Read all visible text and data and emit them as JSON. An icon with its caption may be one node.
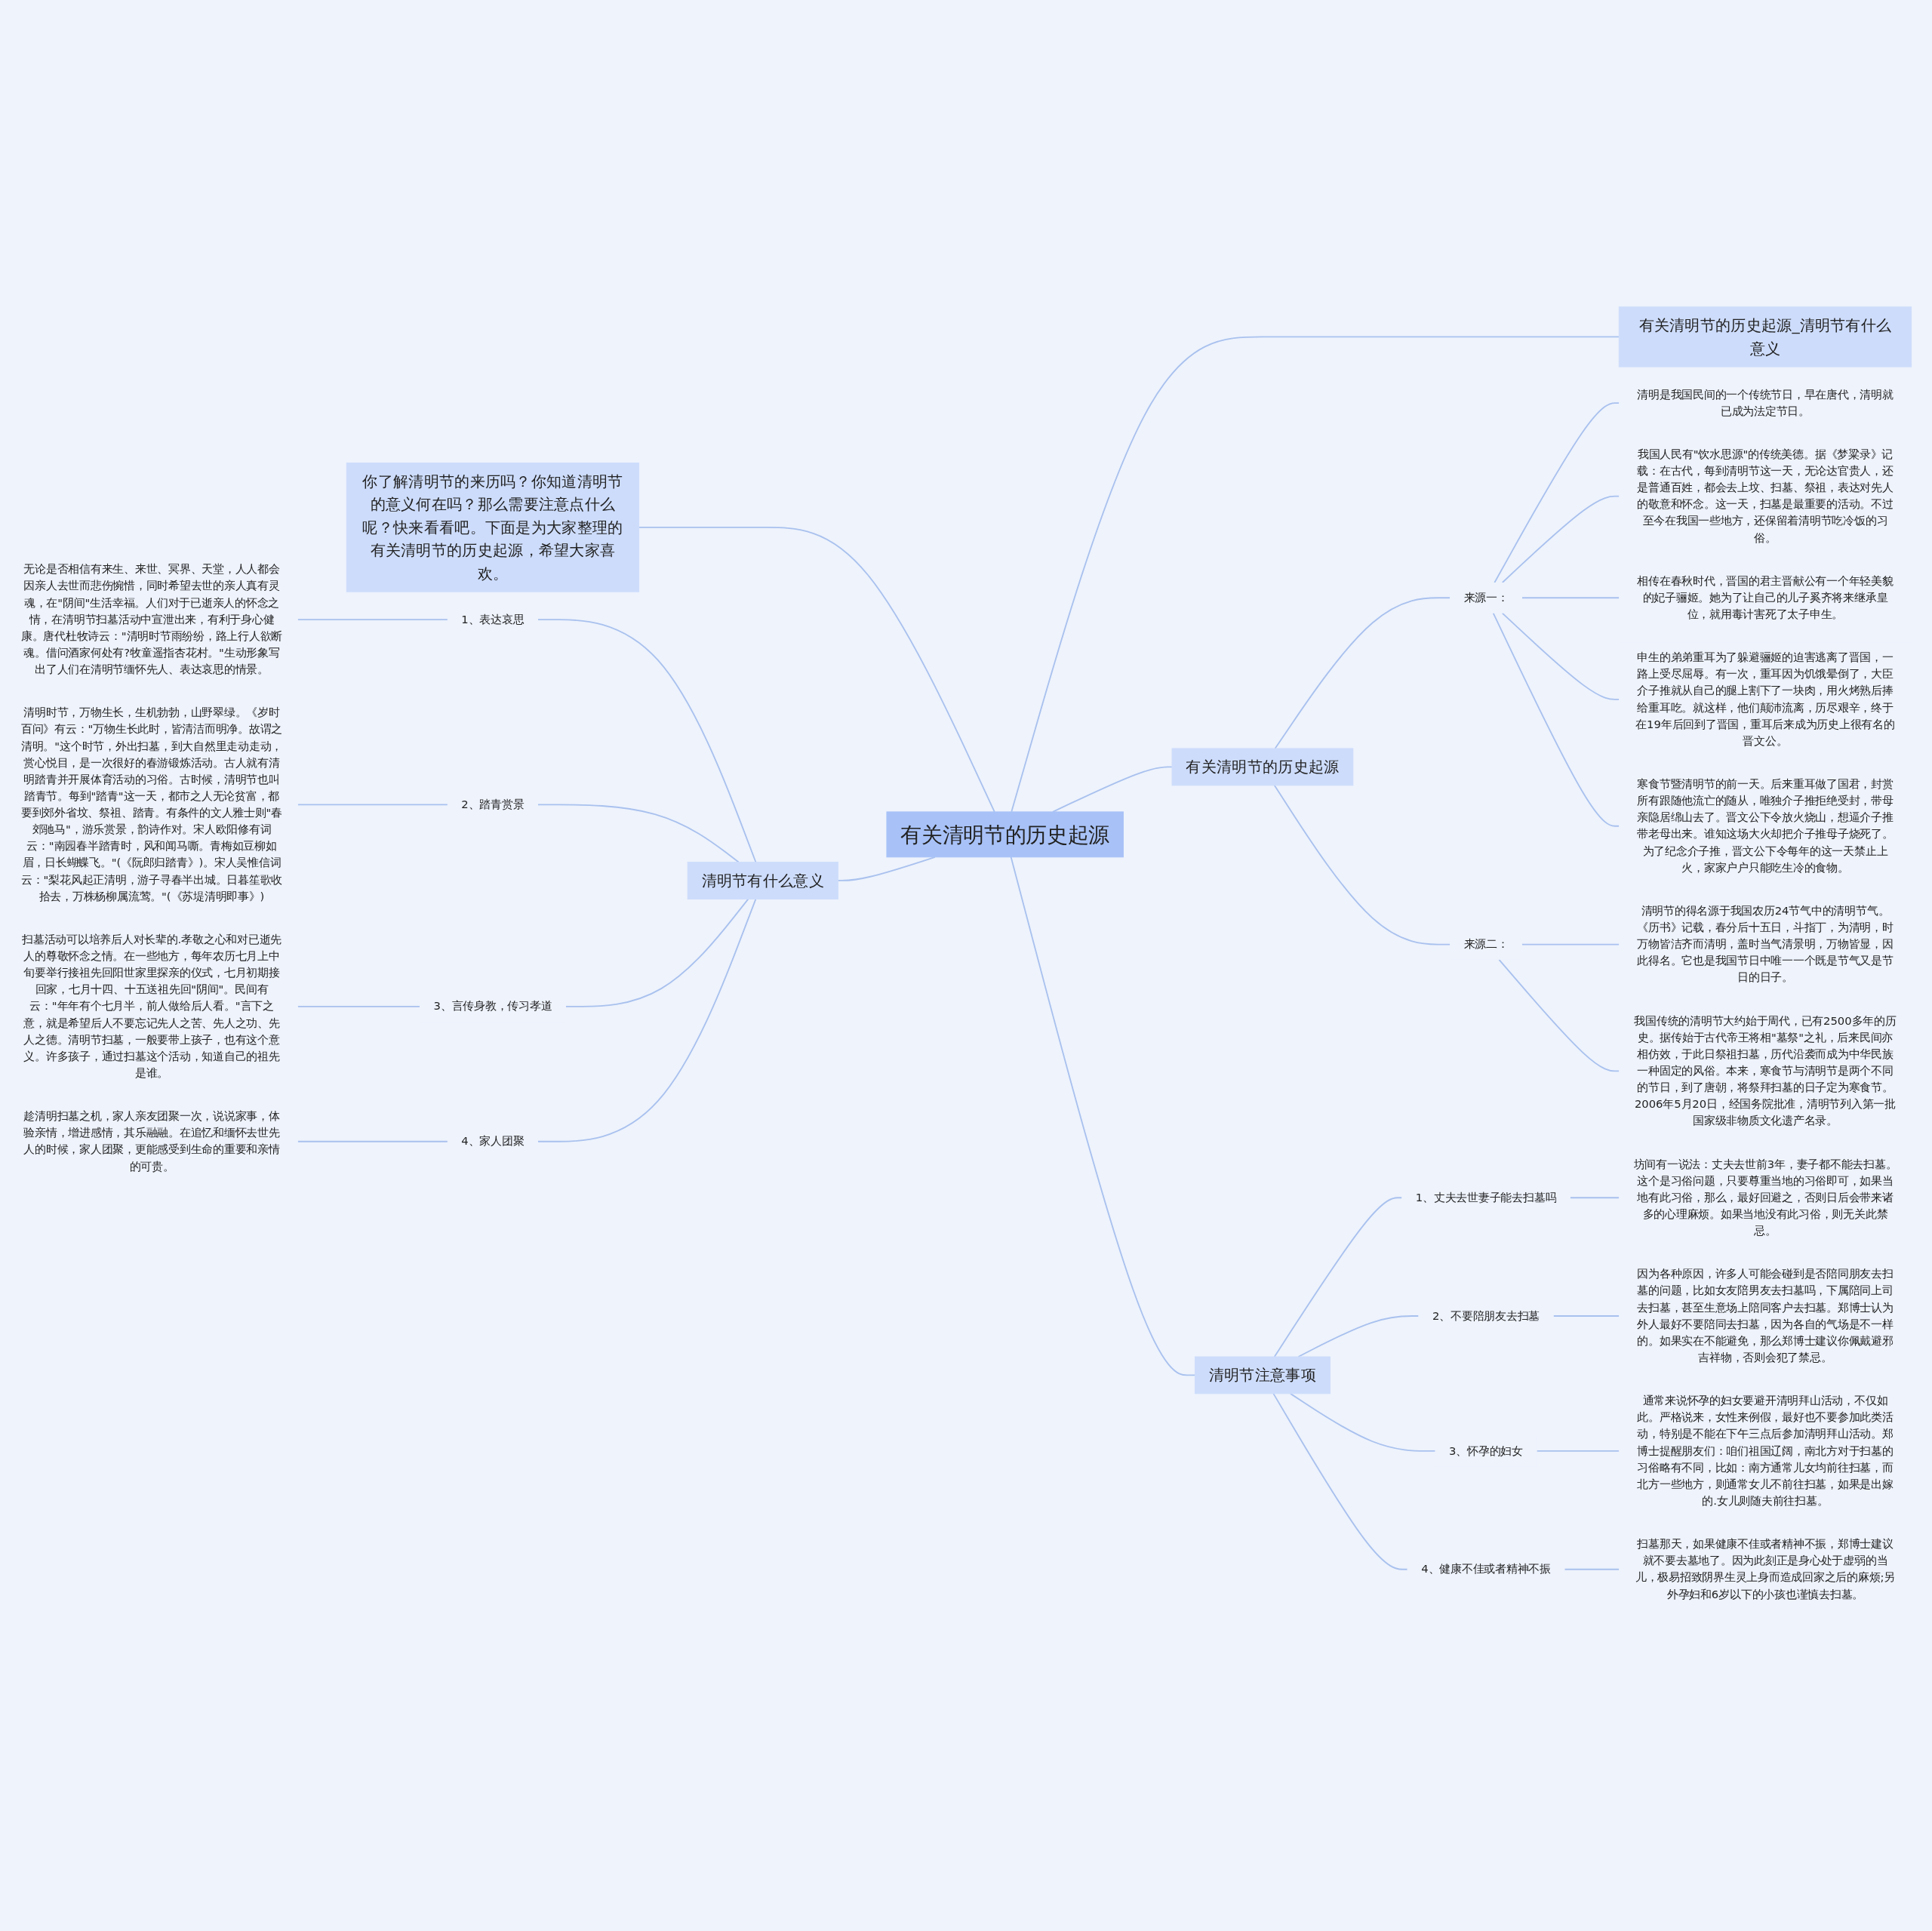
{
  "diagram": {
    "nodes": [
      {
        "text": [
          "有关清明节的历史起源"
        ]
      },
      {
        "text": [
          "有关清明节的历史起源_清明节有什么意义"
        ]
      },
      {
        "text": [
          "有关清明节的历史起源"
        ]
      },
      {
        "text": [
          "来源一："
        ]
      },
      {
        "text": [
          "清明是我国民间的一个传统节日，早在唐代，清明就已成为法定节日。"
        ]
      },
      {
        "text": [
          "我国人民有\"饮水思源\"的传统美德。据《梦粱录》记载：在古代，每到清明节这一天，无论达官贵人，还是普通百姓，都会去上坟、扫墓、祭祖，表达对先人的敬意和怀念。这一天，扫墓是最重要的活动。不过至今在我国一些地方，还保留着清明节吃冷饭的习俗。"
        ]
      },
      {
        "text": [
          "相传在春秋时代，晋国的君主晋献公有一个年轻美貌的妃子骊姬。她为了让自己的儿子奚齐将来继承皇位，就用毒计害死了太子申生。"
        ]
      },
      {
        "text": [
          "申生的弟弟重耳为了躲避骊姬的迫害逃离了晋国，一路上受尽屈辱。有一次，重耳因为饥饿晕倒了，大臣介子推就从自己的腿上割下了一块肉，用火烤熟后捧给重耳吃。就这样，他们颠沛流离，历尽艰辛，终于在19年后回到了晋国，重耳后来成为历史上很有名的晋文公。"
        ]
      },
      {
        "text": [
          "寒食节暨清明节的前一天。后来重耳做了国君，封赏所有跟随他流亡的随从，唯独介子推拒绝受封，带母亲隐居绵山去了。晋文公下令放火烧山，想逼介子推带老母出来。谁知这场大火却把介子推母子烧死了。为了纪念介子推，晋文公下令每年的这一天禁止上火，家家户户只能吃生冷的食物。"
        ]
      },
      {
        "text": [
          "来源二："
        ]
      },
      {
        "text": [
          "清明节的得名源于我国农历24节气中的清明节气。《历书》记载，春分后十五日，斗指丁，为清明，时万物皆洁齐而清明，盖时当气清景明，万物皆显，因此得名。它也是我国节日中唯一一个既是节气又是节日的日子。"
        ]
      },
      {
        "text": [
          "我国传统的清明节大约始于周代，已有2500多年的历史。据传始于古代帝王将相\"墓祭\"之礼，后来民间亦相仿效，于此日祭祖扫墓，历代沿袭而成为中华民族一种固定的风俗。本来，寒食节与清明节是两个不同的节日，到了唐朝，将祭拜扫墓的日子定为寒食节。2006年5月20日，经国务院批准，清明节列入第一批国家级非物质文化遗产名录。"
        ]
      },
      {
        "text": [
          "清明节注意事项"
        ]
      },
      {
        "text": [
          "1、丈夫去世妻子能去扫墓吗"
        ]
      },
      {
        "text": [
          "坊间有一说法：丈夫去世前3年，妻子都不能去扫墓。这个是习俗问题，只要尊重当地的习俗即可，如果当地有此习俗，那么，最好回避之，否则日后会带来诸多的心理麻烦。如果当地没有此习俗，则无关此禁忌。"
        ]
      },
      {
        "text": [
          "2、不要陪朋友去扫墓"
        ]
      },
      {
        "text": [
          "因为各种原因，许多人可能会碰到是否陪同朋友去扫墓的问题，比如女友陪男友去扫墓吗，下属陪同上司去扫墓，甚至生意场上陪同客户去扫墓。郑博士认为外人最好不要陪同去扫墓，因为各自的气场是不一样的。如果实在不能避免，那么郑博士建议你佩戴避邪吉祥物，否则会犯了禁忌。"
        ]
      },
      {
        "text": [
          "3、怀孕的妇女"
        ]
      },
      {
        "text": [
          "通常来说怀孕的妇女要避开清明拜山活动，不仅如此。严格说来，女性来例假，最好也不要参加此类活动，特别是不能在下午三点后参加清明拜山活动。郑博士提醒朋友们：咱们祖国辽阔，南北方对于扫墓的习俗略有不同，比如：南方通常儿女均前往扫墓，而北方一些地方，则通常女儿不前往扫墓，如果是出嫁的.女儿则随夫前往扫墓。"
        ]
      },
      {
        "text": [
          "4、健康不佳或者精神不振"
        ]
      },
      {
        "text": [
          "扫墓那天，如果健康不佳或者精神不振，郑博士建议就不要去墓地了。因为此刻正是身心处于虚弱的当儿，极易招致阴界生灵上身而造成回家之后的麻烦;另外孕妇和6岁以下的小孩也谨慎去扫墓。"
        ]
      },
      {
        "text": [
          "你了解清明节的来历吗？你知道清明节的意义何在吗？那么需要注意点什么呢？快来看看吧。下面是为大家整理的有关清明节的历史起源，希望大家喜欢。"
        ]
      },
      {
        "text": [
          "清明节有什么意义"
        ]
      },
      {
        "text": [
          "1、表达哀思"
        ]
      },
      {
        "text": [
          "无论是否相信有来生、来世、冥界、天堂，人人都会因亲人去世而悲伤惋惜，同时希望去世的亲人真有灵魂，在\"阴间\"生活幸福。人们对于已逝亲人的怀念之情，在清明节扫墓活动中宣泄出来，有利于身心健康。唐代杜牧诗云：\"清明时节雨纷纷，路上行人欲断魂。借问酒家何处有?牧童遥指杏花村。\"生动形象写出了人们在清明节缅怀先人、表达哀思的情景。"
        ]
      },
      {
        "text": [
          "2、踏青赏景"
        ]
      },
      {
        "text": [
          "清明时节，万物生长，生机勃勃，山野翠绿。《岁时百问》有云：\"万物生长此时，皆清洁而明净。故谓之清明。\"这个时节，外出扫墓，到大自然里走动走动，赏心悦目，是一次很好的春游锻炼活动。古人就有清明踏青并开展体育活动的习俗。古时候，清明节也叫踏青节。每到\"踏青\"这一天，都市之人无论贫富，都要到郊外省坟、祭祖、踏青。有条件的文人雅士则\"春郊驰马\"，游乐赏景，韵诗作对。宋人欧阳修有词云：\"南园春半踏青时，风和闻马嘶。青梅如豆柳如眉，日长蝴蝶飞。\"(《阮郎归踏青》)。宋人吴惟信词云：\"梨花风起正清明，游子寻春半出城。日暮笙歌收拾去，万株杨柳属流莺。\"(《苏堤清明即事》)"
        ]
      },
      {
        "text": [
          "3、言传身教，传习孝道"
        ]
      },
      {
        "text": [
          "扫墓活动可以培养后人对长辈的.孝敬之心和对已逝先人的尊敬怀念之情。在一些地方，每年农历七月上中旬要举行接祖先回阳世家里探亲的仪式，七月初期接回家，七月十四、十五送祖先回\"阴间\"。民间有云：\"年年有个七月半，前人做给后人看。\"言下之意，就是希望后人不要忘记先人之苦、先人之功、先人之德。清明节扫墓，一般要带上孩子，也有这个意义。许多孩子，通过扫墓这个活动，知道自己的祖先是谁。"
        ]
      },
      {
        "text": [
          "4、家人团聚"
        ]
      },
      {
        "text": [
          "趁清明扫墓之机，家人亲友团聚一次，说说家事，体验亲情，增进感情，其乐融融。在追忆和缅怀去世先人的时候，家人团聚，更能感受到生命的重要和亲情的可贵。"
        ]
      }
    ],
    "edges": [
      {
        "from": 0,
        "to": 1,
        "arrow": "none"
      },
      {
        "from": 0,
        "to": 2,
        "arrow": "none"
      },
      {
        "from": 2,
        "to": 3,
        "arrow": "none"
      },
      {
        "from": 3,
        "to": 4,
        "arrow": "none"
      },
      {
        "from": 3,
        "to": 5,
        "arrow": "none"
      },
      {
        "from": 3,
        "to": 6,
        "arrow": "none"
      },
      {
        "from": 3,
        "to": 7,
        "arrow": "none"
      },
      {
        "from": 3,
        "to": 8,
        "arrow": "none"
      },
      {
        "from": 2,
        "to": 9,
        "arrow": "none"
      },
      {
        "from": 9,
        "to": 10,
        "arrow": "none"
      },
      {
        "from": 9,
        "to": 11,
        "arrow": "none"
      },
      {
        "from": 0,
        "to": 12,
        "arrow": "none"
      },
      {
        "from": 12,
        "to": 13,
        "arrow": "none"
      },
      {
        "from": 13,
        "to": 14,
        "arrow": "none"
      },
      {
        "from": 12,
        "to": 15,
        "arrow": "none"
      },
      {
        "from": 15,
        "to": 16,
        "arrow": "none"
      },
      {
        "from": 12,
        "to": 17,
        "arrow": "none"
      },
      {
        "from": 17,
        "to": 18,
        "arrow": "none"
      },
      {
        "from": 12,
        "to": 19,
        "arrow": "none"
      },
      {
        "from": 19,
        "to": 20,
        "arrow": "none"
      },
      {
        "from": 0,
        "to": 21,
        "arrow": "none"
      },
      {
        "from": 0,
        "to": 22,
        "arrow": "none"
      },
      {
        "from": 22,
        "to": 23,
        "arrow": "none"
      },
      {
        "from": 23,
        "to": 24,
        "arrow": "none"
      },
      {
        "from": 22,
        "to": 25,
        "arrow": "none"
      },
      {
        "from": 25,
        "to": 26,
        "arrow": "none"
      },
      {
        "from": 22,
        "to": 27,
        "arrow": "none"
      },
      {
        "from": 27,
        "to": 28,
        "arrow": "none"
      },
      {
        "from": 22,
        "to": 29,
        "arrow": "none"
      },
      {
        "from": 29,
        "to": 30,
        "arrow": "none"
      }
    ]
  }
}
